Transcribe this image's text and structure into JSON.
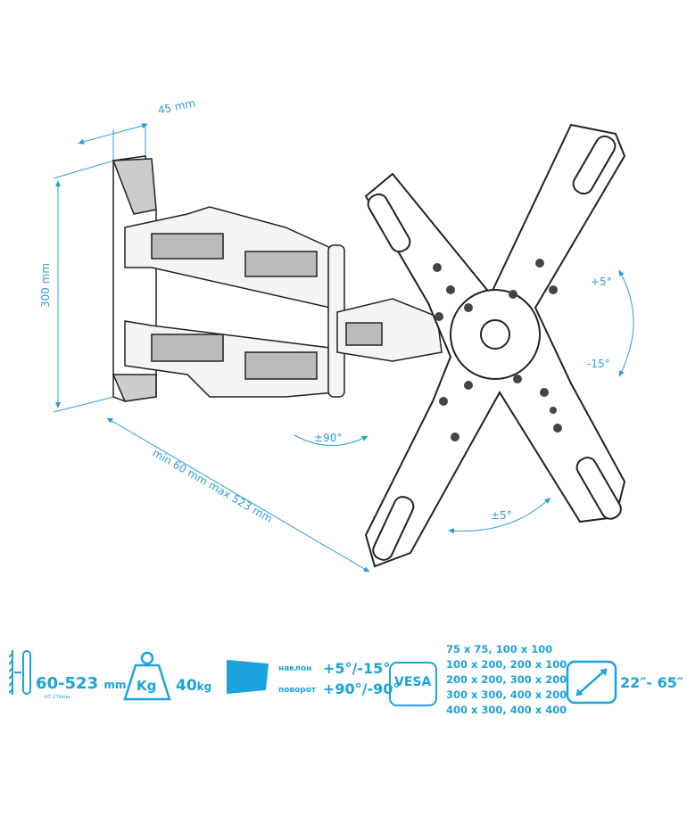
{
  "dimensions": {
    "depth_label": "45 mm",
    "height_label": "300 mm",
    "extension_label": "min 60 mm max 523 mm",
    "swivel_label": "±90°",
    "tilt_up_label": "+5°",
    "tilt_down_label": "-15°",
    "rotate_label": "±5°"
  },
  "specs": {
    "distance_value": "60-523",
    "distance_unit": "mm",
    "distance_caption": "от стены",
    "weight_icon_label": "Kg",
    "weight_value": "40",
    "weight_unit": "kg",
    "tilt_caption": "наклон",
    "tilt_value": "+5°/-15°",
    "swivel_caption": "поворот",
    "swivel_value": "+90°/-90°",
    "vesa_icon_label": "VESA",
    "vesa_sizes": [
      "75 x 75, 100 x 100",
      "100 x 200, 200 x 100",
      "200 x 200, 300 x 200",
      "300 x 300, 400 x 200",
      "400 x 300, 400 x 400"
    ],
    "screen_size": "22″- 65″"
  },
  "colors": {
    "accent": "#1ba3dd",
    "line": "#222222"
  }
}
